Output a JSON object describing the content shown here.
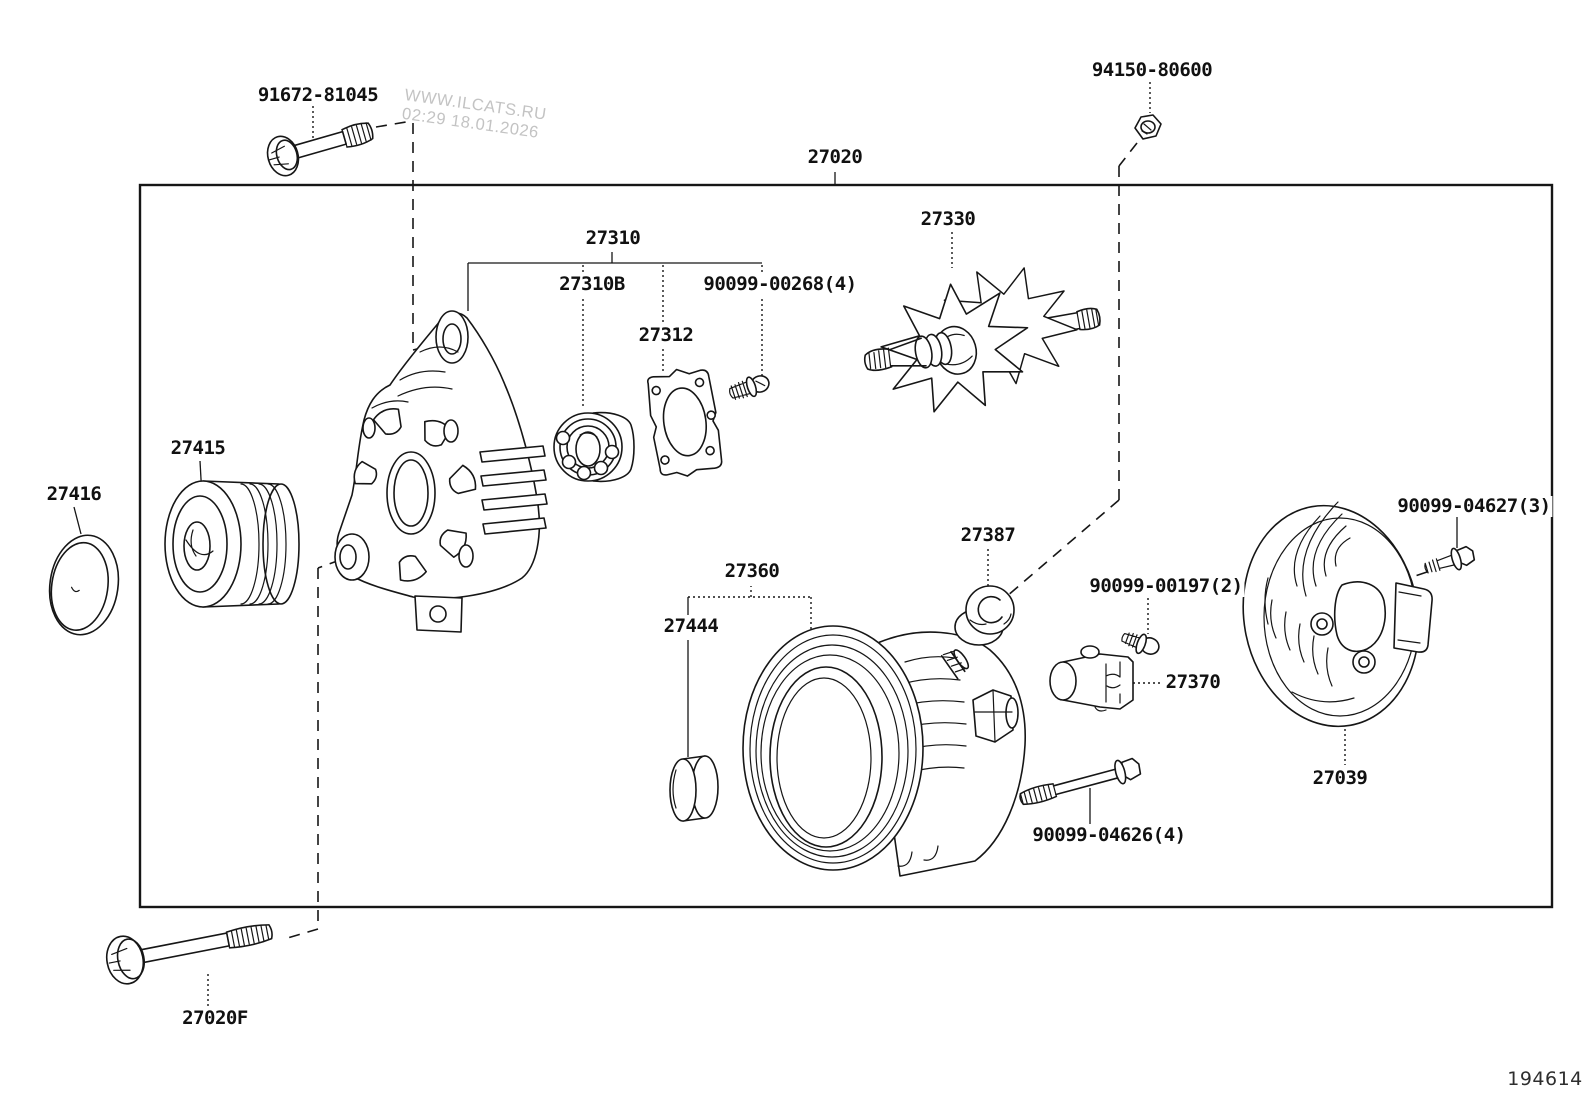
{
  "page": {
    "figure_number": "194614",
    "watermark": {
      "line1": "WWW.ILCATS.RU",
      "line2": "02:29 18.01.2026"
    },
    "line_color": "#161616",
    "watermark_color": "#c3c3c3",
    "background": "#ffffff"
  },
  "assembly": {
    "part_number": "27020",
    "description": "alternator assembly exploded view"
  },
  "part_labels": [
    {
      "id": "91672-81045",
      "text": "91672-81045"
    },
    {
      "id": "94150-80600",
      "text": "94150-80600"
    },
    {
      "id": "27020",
      "text": "27020"
    },
    {
      "id": "27310",
      "text": "27310"
    },
    {
      "id": "27310B",
      "text": "27310B"
    },
    {
      "id": "90099-00268",
      "text": "90099-00268(4)"
    },
    {
      "id": "27312",
      "text": "27312"
    },
    {
      "id": "27330",
      "text": "27330"
    },
    {
      "id": "27415",
      "text": "27415"
    },
    {
      "id": "27416",
      "text": "27416"
    },
    {
      "id": "27360",
      "text": "27360"
    },
    {
      "id": "27444",
      "text": "27444"
    },
    {
      "id": "27387",
      "text": "27387"
    },
    {
      "id": "90099-00197",
      "text": "90099-00197(2)"
    },
    {
      "id": "27370",
      "text": "27370"
    },
    {
      "id": "90099-04627",
      "text": "90099-04627(3)"
    },
    {
      "id": "27039",
      "text": "27039"
    },
    {
      "id": "90099-04626",
      "text": "90099-04626(4)"
    },
    {
      "id": "27020F",
      "text": "27020F"
    }
  ]
}
